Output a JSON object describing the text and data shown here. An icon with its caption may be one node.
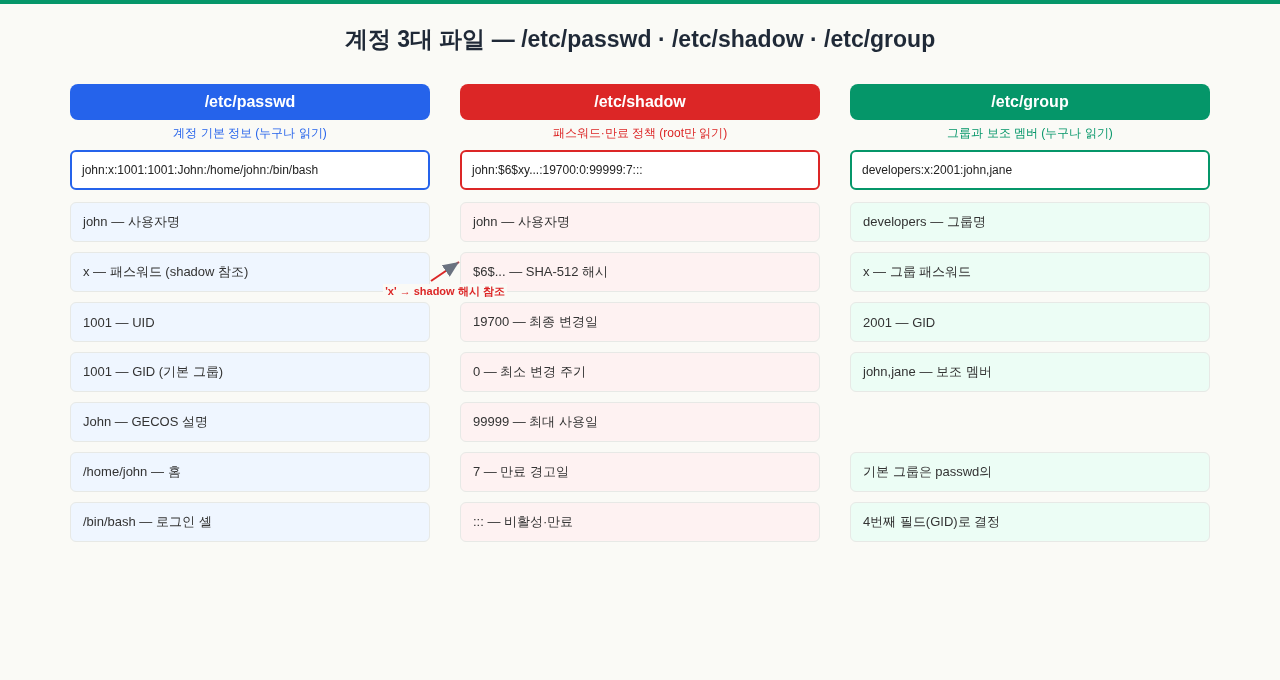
{
  "diagram": {
    "title": "계정 3대 파일 — /etc/passwd · /etc/shadow · /etc/group",
    "nodes": [
      {
        "text": [
          "/etc/passwd"
        ],
        "beside": [
          "계정 기본 정보 (누구나 읽기)"
        ]
      },
      {
        "text": [
          "john:x:1001:1001:John:/home/john:/bin/bash"
        ]
      },
      {
        "text": [
          "john — 사용자명"
        ]
      },
      {
        "text": [
          "x — 패스워드 (shadow 참조)"
        ]
      },
      {
        "text": [
          "1001 — UID"
        ]
      },
      {
        "text": [
          "1001 — GID (기본 그룹)"
        ]
      },
      {
        "text": [
          "John — GECOS 설명"
        ]
      },
      {
        "text": [
          "/home/john — 홈"
        ]
      },
      {
        "text": [
          "/bin/bash — 로그인 셸"
        ]
      },
      {
        "text": [
          "/etc/shadow"
        ],
        "beside": [
          "패스워드·만료 정책 (root만 읽기)"
        ]
      },
      {
        "text": [
          "john:$6$xy...:19700:0:99999:7:::"
        ]
      },
      {
        "text": [
          "john — 사용자명"
        ]
      },
      {
        "text": [
          "$6$... — SHA-512 해시"
        ]
      },
      {
        "text": [
          "19700 — 최종 변경일"
        ]
      },
      {
        "text": [
          "0 — 최소 변경 주기"
        ]
      },
      {
        "text": [
          "99999 — 최대 사용일"
        ]
      },
      {
        "text": [
          "7 — 만료 경고일"
        ]
      },
      {
        "text": [
          "::: — 비활성·만료"
        ]
      },
      {
        "text": [
          "/etc/group"
        ],
        "beside": [
          "그룹과 보조 멤버 (누구나 읽기)"
        ]
      },
      {
        "text": [
          "developers:x:2001:john,jane"
        ]
      },
      {
        "text": [
          "developers — 그룹명"
        ]
      },
      {
        "text": [
          "x — 그룹 패스워드"
        ]
      },
      {
        "text": [
          "2001 — GID"
        ]
      },
      {
        "text": [
          "john,jane — 보조 멤버"
        ]
      },
      {
        "text": [
          "기본 그룹은 passwd의"
        ]
      },
      {
        "text": [
          "4번째 필드(GID)로 결정"
        ]
      }
    ],
    "edges": [
      {
        "from": 3,
        "to": 12,
        "arrow": "to",
        "label": "'x' → shadow 해시 참조",
        "color": "#dc2626"
      }
    ]
  }
}
